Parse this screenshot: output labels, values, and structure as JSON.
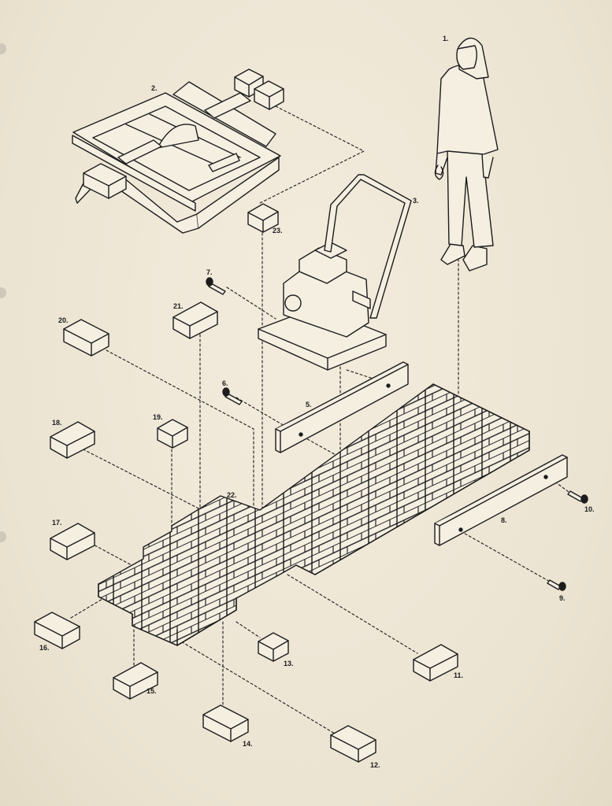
{
  "diagram": {
    "colors": {
      "paper": "#efe8d8",
      "ink": "#1c1c1c"
    },
    "labels": {
      "l1": "1.",
      "l2": "2.",
      "l3": "3.",
      "l5": "5.",
      "l6": "6.",
      "l7": "7.",
      "l8": "8.",
      "l9": "9.",
      "l10": "10.",
      "l11": "11.",
      "l12": "12.",
      "l13": "13.",
      "l14": "14.",
      "l15": "15.",
      "l16": "16.",
      "l17": "17.",
      "l18": "18.",
      "l19": "19.",
      "l20": "20.",
      "l21": "21.",
      "l22": "22.",
      "l23": "23."
    }
  }
}
